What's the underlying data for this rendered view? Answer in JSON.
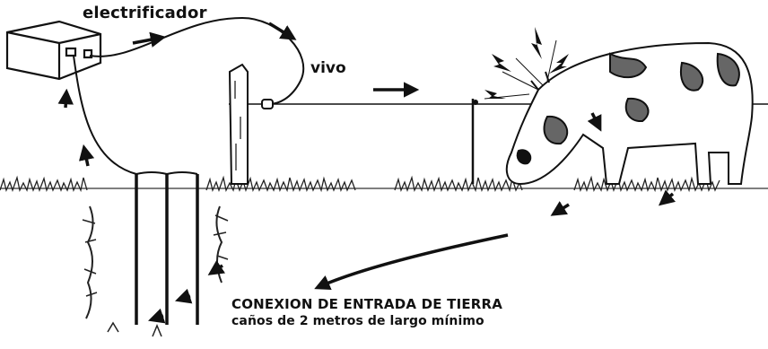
{
  "labels": {
    "electrificador": "electrificador",
    "vivo": "vivo",
    "conexion": "CONEXION DE ENTRADA DE TIERRA",
    "canos": "caños de 2 metros de largo mínimo"
  },
  "icons": [
    "electrifier-box",
    "fence-post",
    "insulator",
    "fence-wire",
    "cow",
    "ground-rods",
    "current-arrows",
    "shock-bolts",
    "grass"
  ],
  "colors": {
    "ink": "#111111",
    "background": "#ffffff",
    "cow_patch": "#666666"
  }
}
